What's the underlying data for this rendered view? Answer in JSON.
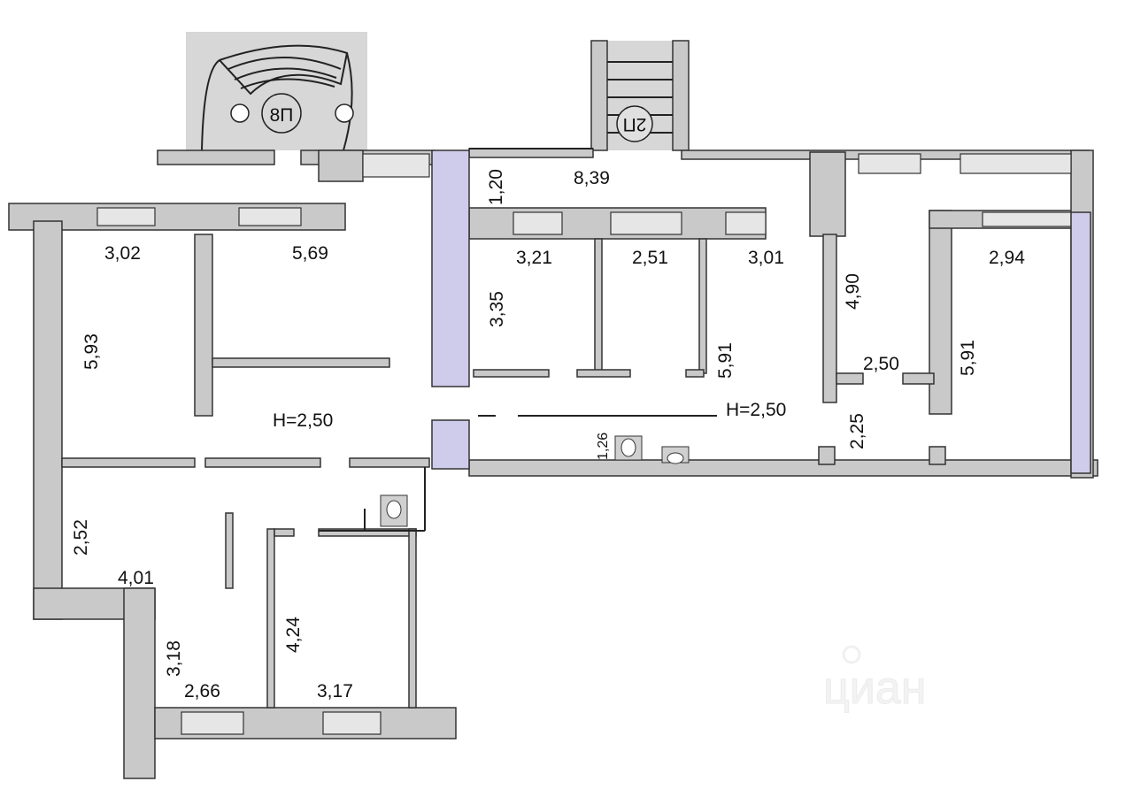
{
  "plan": {
    "stairs": [
      {
        "label": "8П"
      },
      {
        "label": "2П"
      }
    ],
    "dimensions": {
      "corridor_width": "1,20",
      "corridor_length": "8,39",
      "room_a_width": "3,02",
      "room_b_width": "5,69",
      "room_a_depth": "5,93",
      "room_c_width": "3,21",
      "room_d_width": "2,51",
      "room_e_width": "3,01",
      "room_c_depth": "3,35",
      "room_e_depth": "5,91",
      "room_f_depth": "4,90",
      "room_g_width": "2,94",
      "room_g_depth": "5,91",
      "hall_f_width": "2,50",
      "hall_f_depth": "2,25",
      "wc_depth": "1,26",
      "room_h_depth": "2,52",
      "room_h_width": "4,01",
      "room_i_depth": "3,18",
      "room_i_width": "2,66",
      "room_j_depth": "4,24",
      "room_j_width": "3,17"
    },
    "ceiling_height_left": "H=2,50",
    "ceiling_height_right": "H=2,50"
  },
  "watermark": "циан"
}
